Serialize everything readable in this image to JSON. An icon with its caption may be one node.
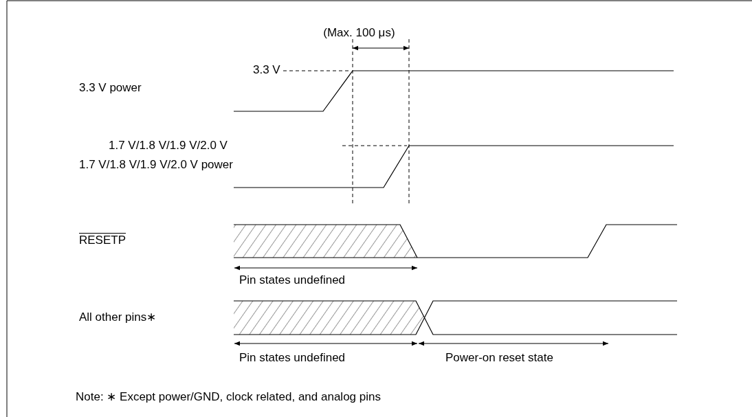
{
  "diagram": {
    "labels": [
      "(Max. 100 μs)",
      "3.3 V",
      "3.3 V power",
      "1.7 V/1.8 V/1.9 V/2.0 V",
      "1.7 V/1.8 V/1.9 V/2.0 V power",
      "RESETP",
      "Pin states undefined",
      "All other pins∗",
      "Pin states undefined",
      "Power-on reset state",
      "Note: ∗ Except power/GND, clock related, and analog pins"
    ]
  }
}
